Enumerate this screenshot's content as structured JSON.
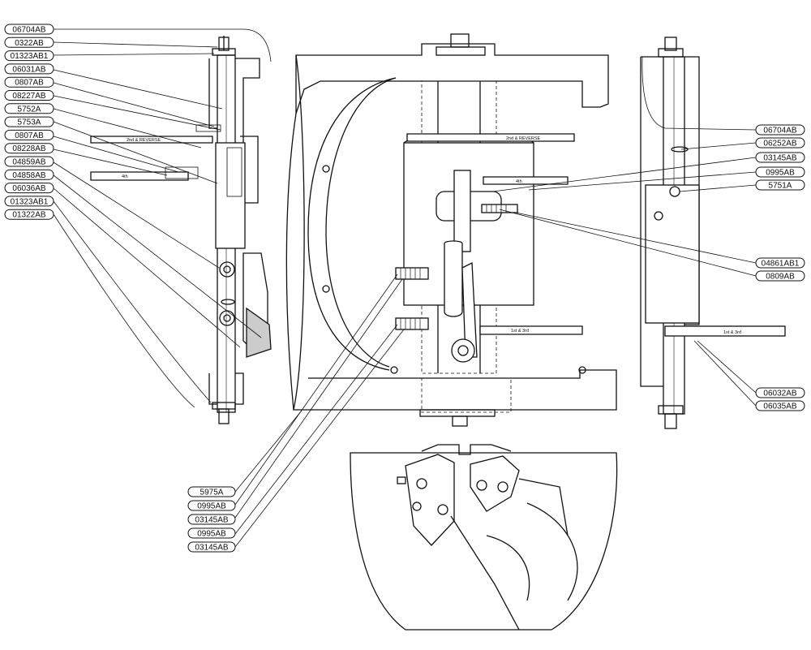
{
  "diagram": {
    "callouts_left": [
      "06704AB",
      "0322AB",
      "01323AB1",
      "06031AB",
      "0807AB",
      "08227AB",
      "5752A",
      "5753A",
      "0807AB",
      "08228AB",
      "04859AB",
      "04858AB",
      "06036AB",
      "01323AB1",
      "01322AB"
    ],
    "callouts_right": [
      "06704AB",
      "06252AB",
      "03145AB",
      "0995AB",
      "5751A",
      "04861AB1",
      "0809AB",
      "06032AB",
      "06035AB"
    ],
    "callouts_bottom": [
      "5975A",
      "0995AB",
      "03145AB",
      "0995AB",
      "03145AB"
    ],
    "rail_labels": {
      "left_reverse": "2nd & REVERSE",
      "left_fourth": "4th",
      "center_reverse": "2nd & REVERSE",
      "center_fourth": "4th",
      "center_first": "1st & 3rd",
      "right_first": "1st & 3rd"
    },
    "colors": {
      "ink": "#111111",
      "paper": "#ffffff"
    }
  }
}
